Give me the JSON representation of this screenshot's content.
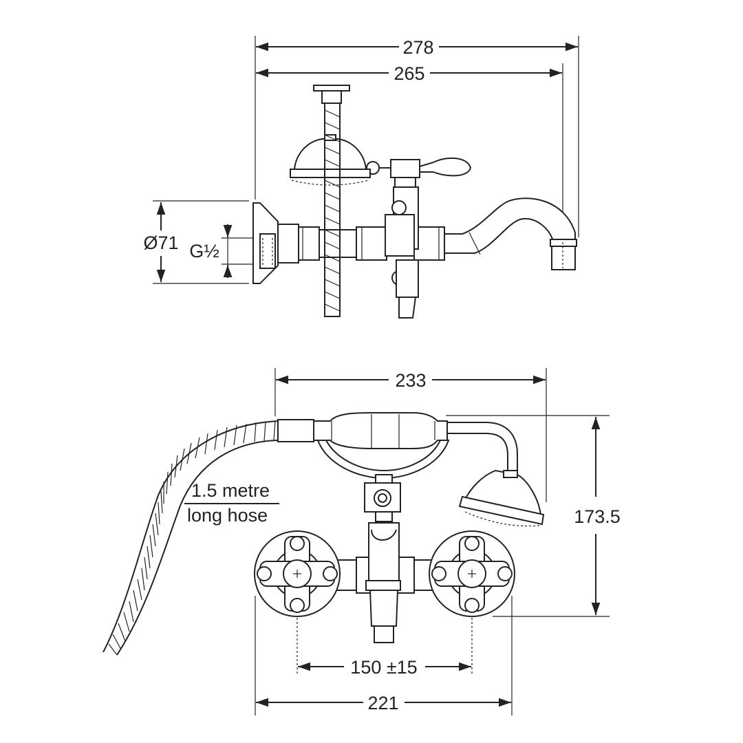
{
  "dimensions": {
    "overall_width": "278",
    "spout_reach": "265",
    "flange_diameter": "Ø71",
    "thread_size": "G½",
    "handset_span": "233",
    "handset_height": "173.5",
    "centres": "150 ±15",
    "body_width": "221"
  },
  "notes": {
    "hose_line1": "1.5 metre",
    "hose_line2": "long hose"
  },
  "colors": {
    "line": "#222222",
    "background": "#ffffff"
  }
}
